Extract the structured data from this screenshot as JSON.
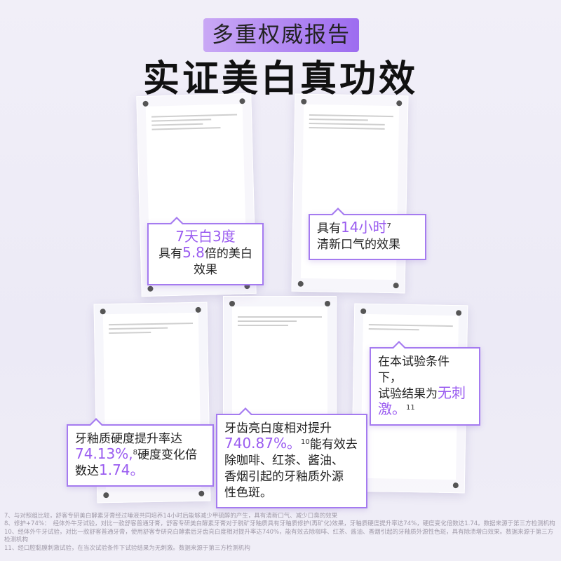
{
  "header": {
    "tag": "多重权威报告",
    "title": "实证美白真功效"
  },
  "callouts": [
    {
      "parts": [
        {
          "t": "7天白3度",
          "hl": true
        },
        {
          "t": "\n具有"
        },
        {
          "t": "5.8",
          "hl": true
        },
        {
          "t": "倍的美白\n效果"
        }
      ]
    },
    {
      "parts": [
        {
          "t": "具有"
        },
        {
          "t": "14小时",
          "hl": true
        },
        {
          "t": "7",
          "sup": true
        },
        {
          "t": "\n清新口气的效果"
        }
      ]
    },
    {
      "parts": [
        {
          "t": "牙釉质硬度提升率达\n"
        },
        {
          "t": "74.13%,",
          "hl": true
        },
        {
          "t": "8",
          "sup": true
        },
        {
          "t": "硬度变化倍\n数达"
        },
        {
          "t": "1.74。",
          "hl": true
        }
      ]
    },
    {
      "parts": [
        {
          "t": "牙齿亮白度相对提升\n"
        },
        {
          "t": "740.87%。",
          "hl": true
        },
        {
          "t": "10",
          "sup": true
        },
        {
          "t": "能有效去\n除咖啡、红茶、酱油、\n香烟引起的牙釉质外源\n性色斑。"
        }
      ]
    },
    {
      "parts": [
        {
          "t": "在本试验条件下，\n试验结果为"
        },
        {
          "t": "无刺\n激。",
          "hl": true
        },
        {
          "t": "11",
          "sup": true
        }
      ]
    }
  ],
  "footnotes": [
    "7、与对照组比较，舒客专研美白酵素牙膏经过唾液共同培养14小时后能够减少甲硫醇的产生，具有清新口气、减少口臭的效果",
    "8、修护+74%：　经体外牛牙试验，对比一款舒客普通牙膏，舒客专研美白酵素牙膏对于脱矿牙釉质具有牙釉质修护(再矿化)效果，牙釉质硬度提升率达74%，硬度变化倍数达1.74。数据来源于第三方检测机构",
    "10、经体外牛牙试验，对比一款舒客普通牙膏，使用舒客专研亮白酵素后牙齿亮白度相对提升率达740%，能有效去除咖啡、红茶、酱油、香烟引起的牙釉质外源性色斑，具有除渍增白效果。数据来源于第三方检测机构",
    "11、经口腔黏膜刺激试验，在当次试验条件下试验结果为无刺激。数据来源于第三方检测机构"
  ],
  "colors": {
    "accent": "#9a5cf0",
    "border": "#a57bf0"
  }
}
